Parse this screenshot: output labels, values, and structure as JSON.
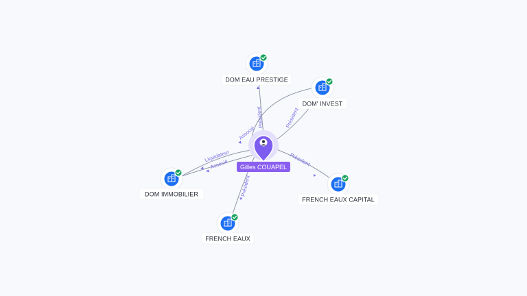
{
  "center": {
    "name": "Gilles COUAPEL",
    "icon": "person-icon"
  },
  "companies": [
    {
      "id": "dom-eau-prestige",
      "name": "DOM EAU PRESTIGE",
      "icon": "building-icon",
      "status_icon": "check-icon"
    },
    {
      "id": "dom-invest",
      "name": "DOM' INVEST",
      "icon": "building-icon",
      "status_icon": "check-icon"
    },
    {
      "id": "dom-immobilier",
      "name": "DOM IMMOBILIER",
      "icon": "building-icon",
      "status_icon": "check-icon"
    },
    {
      "id": "french-eaux",
      "name": "FRENCH EAUX",
      "icon": "building-icon",
      "status_icon": "check-icon"
    },
    {
      "id": "french-eaux-capital",
      "name": "FRENCH EAUX CAPITAL",
      "icon": "building-icon",
      "status_icon": "check-icon"
    }
  ],
  "relations": [
    {
      "target": "dom-eau-prestige",
      "label": "Président"
    },
    {
      "target": "dom-invest",
      "label": "Président"
    },
    {
      "target": "dom-invest",
      "label": "Associé"
    },
    {
      "target": "dom-immobilier",
      "label": "Liquidateur"
    },
    {
      "target": "dom-immobilier",
      "label": "Associé"
    },
    {
      "target": "french-eaux",
      "label": "Président"
    },
    {
      "target": "french-eaux-capital",
      "label": "Président"
    }
  ],
  "colors": {
    "company": "#1d6ff2",
    "active_status": "#1aa260",
    "person": "#7d5cf0",
    "relation_label": "#7a6fe8"
  }
}
